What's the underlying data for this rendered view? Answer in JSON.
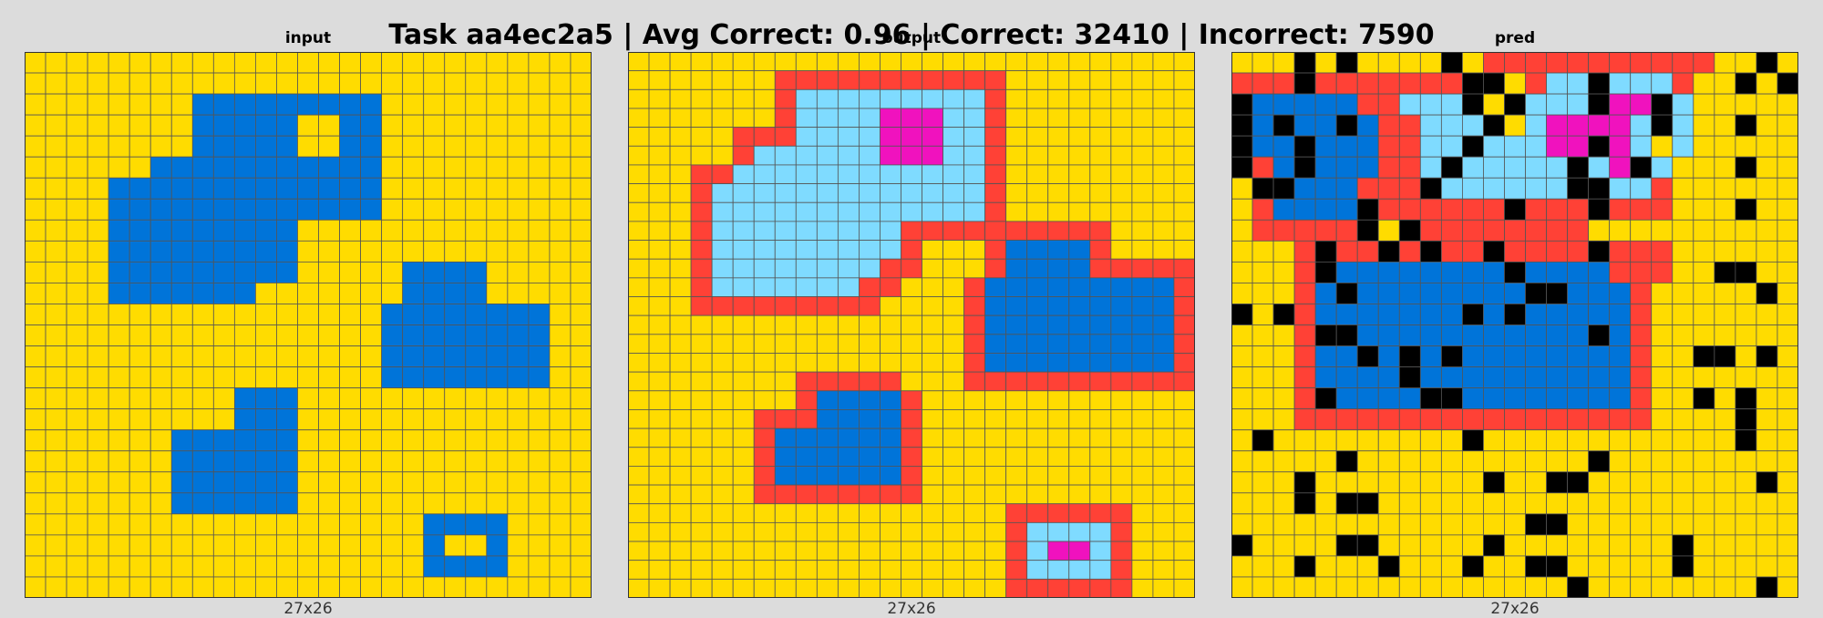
{
  "header": {
    "title": "Task aa4ec2a5 | Avg Correct: 0.96 | Correct: 32410 | Incorrect: 7590"
  },
  "palette": {
    "Y": "#FFDC00",
    "B": "#0074D9",
    "R": "#FF4136",
    "C": "#7FDBFF",
    "M": "#F012BE",
    "K": "#000000"
  },
  "grid_line_color": "#555555",
  "panels": [
    {
      "title": "input",
      "dims": "27x26",
      "rows": [
        "YYYYYYYYYYYYYYYYYYYYYYYYYYY",
        "YYYYYYYYYYYYYYYYYYYYYYYYYYY",
        "YYYYYYYYBBBBBBBBBYYYYYYYYYY",
        "YYYYYYYYBBBBBYYBBYYYYYYYYYY",
        "YYYYYYYYBBBBBYYBBYYYYYYYYYY",
        "YYYYYYBBBBBBBBBBBYYYYYYYYYY",
        "YYYYBBBBBBBBBBBBBYYYYYYYYYY",
        "YYYYBBBBBBBBBBBBBYYYYYYYYYY",
        "YYYYBBBBBBBBBYYYYYYYYYYYYYY",
        "YYYYBBBBBBBBBYYYYYYYYYYYYYY",
        "YYYYBBBBBBBBBYYYYYBBBBYYYYY",
        "YYYYBBBBBBBYYYYYYYBBBBYYYYY",
        "YYYYYYYYYYYYYYYYYBBBBBBBBYY",
        "YYYYYYYYYYYYYYYYYBBBBBBBBYY",
        "YYYYYYYYYYYYYYYYYBBBBBBBBYY",
        "YYYYYYYYYYYYYYYYYBBBBBBBBYY",
        "YYYYYYYYYYBBBYYYYYYYYYYYYYY",
        "YYYYYYYYYYBBBYYYYYYYYYYYYYY",
        "YYYYYYYBBBBBBYYYYYYYYYYYYYY",
        "YYYYYYYBBBBBBYYYYYYYYYYYYYY",
        "YYYYYYYBBBBBBYYYYYYYYYYYYYY",
        "YYYYYYYBBBBBBYYYYYYYYYYYYYY",
        "YYYYYYYYYYYYYYYYYYYBBBBYYYY",
        "YYYYYYYYYYYYYYYYYYYBYYBYYYY",
        "YYYYYYYYYYYYYYYYYYYBBBBYYYY",
        "YYYYYYYYYYYYYYYYYYYYYYYYYYY"
      ]
    },
    {
      "title": "output",
      "dims": "27x26",
      "rows": [
        "YYYYYYYYYYYYYYYYYYYYYYYYYYY",
        "YYYYYYYRRRRRRRRRRRYYYYYYYYY",
        "YYYYYYYRCCCCCCCCCRYYYYYYYYY",
        "YYYYYYYRCCCCMMMCCRYYYYYYYYY",
        "YYYYYRRRCCCCMMMCCRYYYYYYYYY",
        "YYYYYRCCCCCCMMMCCRYYYYYYYYY",
        "YYYRRCCCCCCCCCCCCRYYYYYYYYY",
        "YYYRCCCCCCCCCCCCCRYYYYYYYYY",
        "YYYRCCCCCCCCCCCCCRYYYYYYYYY",
        "YYYRCCCCCCCCCRRRRRRRRRRYYYY",
        "YYYRCCCCCCCCCRYYYRBBBBRYYYY",
        "YYYRCCCCCCCCRRYYYRBBBBRRRRR",
        "YYYRCCCCCCCRRYYYRBBBBBBBBBR",
        "YYYRRRRRRRRRYYYYRBBBBBBBBBR",
        "YYYYYYYYYYYYYYYYRBBBBBBBBBR",
        "YYYYYYYYYYYYYYYYRBBBBBBBBBR",
        "YYYYYYYYYYYYYYYYRBBBBBBBBBR",
        "YYYYYYYYRRRRRYYYRRRRRRRRRRR",
        "YYYYYYYYRBBBBRYYYYYYYYYYYYY",
        "YYYYYYRRRBBBBRYYYYYYYYYYYYY",
        "YYYYYYRBBBBBBRYYYYYYYYYYYYY",
        "YYYYYYRBBBBBBRYYYYYYYYYYYYY",
        "YYYYYYRBBBBBBRYYYYYYYYYYYYY",
        "YYYYYYRRRRRRRRYYYYYYYYYYYYY",
        "YYYYYYYYYYYYYYYYYYRRRRRRYYY",
        "YYYYYYYYYYYYYYYYYYRCCCCRYYY",
        "YYYYYYYYYYYYYYYYYYRCMMCRYYY",
        "YYYYYYYYYYYYYYYYYYRCCCCRYYY",
        "YYYYYYYYYYYYYYYYYYRRRRRRYYY"
      ]
    },
    {
      "title": "pred",
      "dims": "27x26",
      "rows": [
        "YYYKYKYYYYKYRRRRRRRRRRRYYKY",
        "RRRKRRRRRRRKKYRCCKCCCRYYKYK",
        "KBBBBBRRCCCKYKCCCKMMKCYYYYY",
        "KBKBBKBRRCCCKYCMMMMCKCYYKYY",
        "KBBKBBBRRCCKCCCMMKMCYCYYYYY",
        "KRBKBBBRRCKCCCCCKCMKCYYYKYY",
        "YKKBBBRRRKCCCCCCKKCCRYYYYYY",
        "YRBBBBKRRRRRRKRRRKRRRYYYKYY",
        "YRRRRRKYKRRRRRRRRYYYYYYYYYY",
        "YYYRKRRKRKRRKRRRRKRRRYYYYYY",
        "YYYRKBBBBBBBBKBBBBRRRYYKKYY",
        "YYYRBKBBBBBBBBKKBBBRYYYYYKY",
        "KYKRBBBBBBBKBKBBBBBRYYYYYYY",
        "YYYRKKBBBBBBBBBBBKBRYYYYYYY",
        "YYYRBBKBKBKBBBBBBBBRYYKKYKY",
        "YYYRBBBBKBBBBBBBBBBRYYYYYYY",
        "YYYRKBBBBKKBBBBBBBBRYYKYKYY",
        "YYYRRRRRRRRRRRRRRRRRYYYYKYY",
        "YKYYYYYYYYYKYYYYYYYYYYYYKYY",
        "YYYYYKYYYYYYYYYYYKYYYYYYYYY",
        "YYYKYYYYYYYYKYYKKYYYYYYYYKY",
        "YYYKYKKYYYYYYYYYYYYYYYYYYYY",
        "YYYYYYYYYYYYYYKKYYYYYYYYYYY",
        "KYYYYKKYYYYYKYYYYYYYYKYYYYY",
        "YYYKYYYKYYYKYYKKYYYYYKYYYYY",
        "YYYYYYYYYYYYYYYYKYYYYYYYYKY"
      ]
    }
  ]
}
